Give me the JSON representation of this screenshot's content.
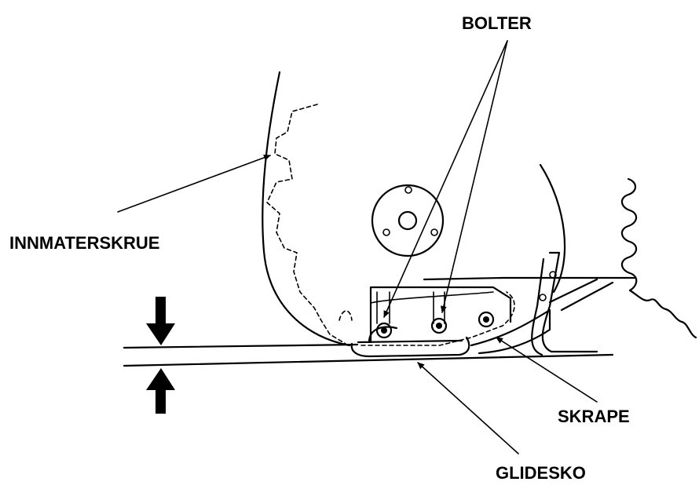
{
  "labels": {
    "bolts": "BOLTER",
    "auger": "INNMATERSKRUE",
    "scraper": "SKRAPE",
    "skid": "GLIDESKO"
  },
  "colors": {
    "ink": "#000000",
    "background": "#ffffff"
  }
}
